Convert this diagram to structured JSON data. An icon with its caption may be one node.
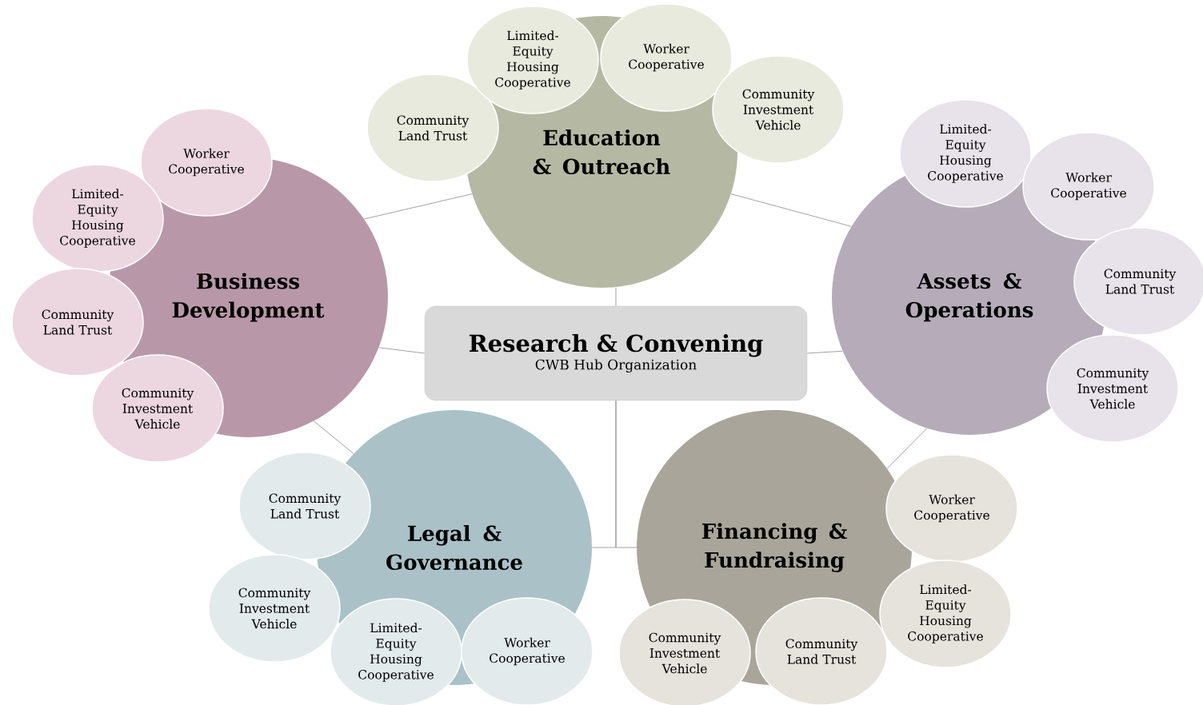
{
  "diagram": {
    "nodes": [
      {
        "text": [
          "Education & Outreach"
        ]
      },
      {
        "text": [
          "Community Land Trust"
        ]
      },
      {
        "text": [
          "Limited-Equity Housing Cooperative"
        ]
      },
      {
        "text": [
          "Worker Cooperative"
        ]
      },
      {
        "text": [
          "Community Investment Vehicle"
        ]
      },
      {
        "text": [
          "Business Development"
        ]
      },
      {
        "text": [
          "Worker Cooperative"
        ]
      },
      {
        "text": [
          "Limited-Equity Housing Cooperative"
        ]
      },
      {
        "text": [
          "Community Land Trust"
        ]
      },
      {
        "text": [
          "Community Investment Vehicle"
        ]
      },
      {
        "text": [
          "Assets & Operations"
        ]
      },
      {
        "text": [
          "Limited-Equity Housing Cooperative"
        ]
      },
      {
        "text": [
          "Worker Cooperative"
        ]
      },
      {
        "text": [
          "Community Land Trust"
        ]
      },
      {
        "text": [
          "Community Investment Vehicle"
        ]
      },
      {
        "text": [
          "Research & Convening",
          "CWB Hub Organization"
        ]
      },
      {
        "text": [
          "Legal & Governance"
        ]
      },
      {
        "text": [
          "Community Land Trust"
        ]
      },
      {
        "text": [
          "Community Investment Vehicle"
        ]
      },
      {
        "text": [
          "Limited-Equity Housing Cooperative"
        ]
      },
      {
        "text": [
          "Worker Cooperative"
        ]
      },
      {
        "text": [
          "Financing & Fundraising"
        ]
      },
      {
        "text": [
          "Worker Cooperative"
        ]
      },
      {
        "text": [
          "Limited-Equity Housing Cooperative"
        ]
      },
      {
        "text": [
          "Community Land Trust"
        ]
      },
      {
        "text": [
          "Community Investment Vehicle"
        ]
      }
    ],
    "edges": [
      {
        "from": 15,
        "to": 0,
        "arrow": "none"
      },
      {
        "from": 15,
        "to": 5,
        "arrow": "none"
      },
      {
        "from": 15,
        "to": 10,
        "arrow": "none"
      },
      {
        "from": 15,
        "to": 16,
        "arrow": "none"
      },
      {
        "from": 15,
        "to": 21,
        "arrow": "none"
      },
      {
        "from": 5,
        "to": 0,
        "arrow": "none"
      },
      {
        "from": 0,
        "to": 10,
        "arrow": "none"
      },
      {
        "from": 5,
        "to": 16,
        "arrow": "none"
      },
      {
        "from": 10,
        "to": 21,
        "arrow": "none"
      }
    ]
  }
}
